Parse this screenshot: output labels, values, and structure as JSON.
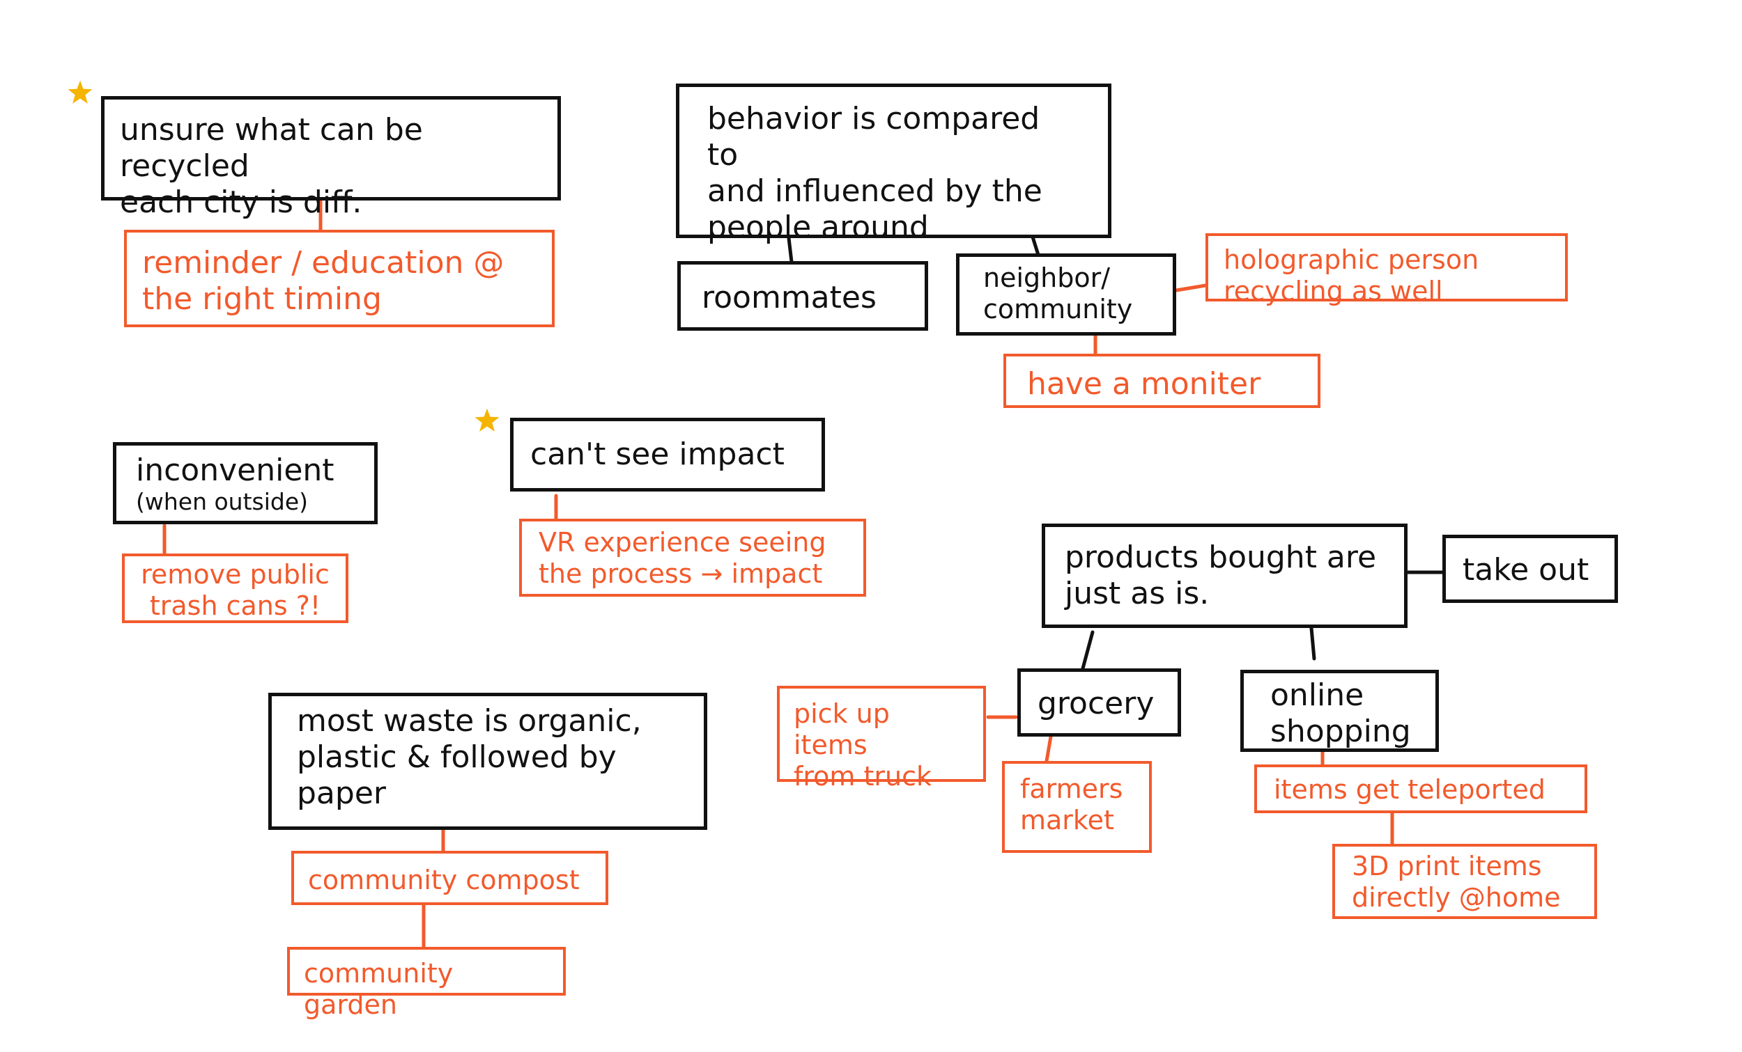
{
  "colors": {
    "problem_border": "#111111",
    "idea_border": "#f25a2c",
    "star": "#f5b400"
  },
  "nodes": {
    "recycle_unsure": "unsure what can be recycled\neach city is diff.",
    "reminder_education": "reminder / education @\nthe right timing",
    "behavior": "behavior is compared to\nand influenced by the\npeople around",
    "roommates": "roommates",
    "neighbor": "neighbor/\ncommunity",
    "holographic": "holographic person\nrecycling as well",
    "monitor": "have a moniter",
    "inconvenient_main": "inconvenient",
    "inconvenient_sub": "(when outside)",
    "remove_cans": "remove public\ntrash cans ?!",
    "cant_see_impact": "can't see impact",
    "vr_experience": "VR experience seeing\nthe process → impact",
    "products": "products bought are\njust as is.",
    "take_out": "take out",
    "grocery": "grocery",
    "online_shopping": "online\nshopping",
    "pick_up_truck": "pick up items\nfrom truck",
    "farmers_market": "farmers\nmarket",
    "teleported": "items get teleported",
    "print_3d": "3D print items\ndirectly @home",
    "organic_waste": "most waste is organic,\nplastic & followed by\npaper",
    "community_compost": "community compost",
    "community_garden": "community garden"
  },
  "icons": {
    "star": "star-icon"
  }
}
